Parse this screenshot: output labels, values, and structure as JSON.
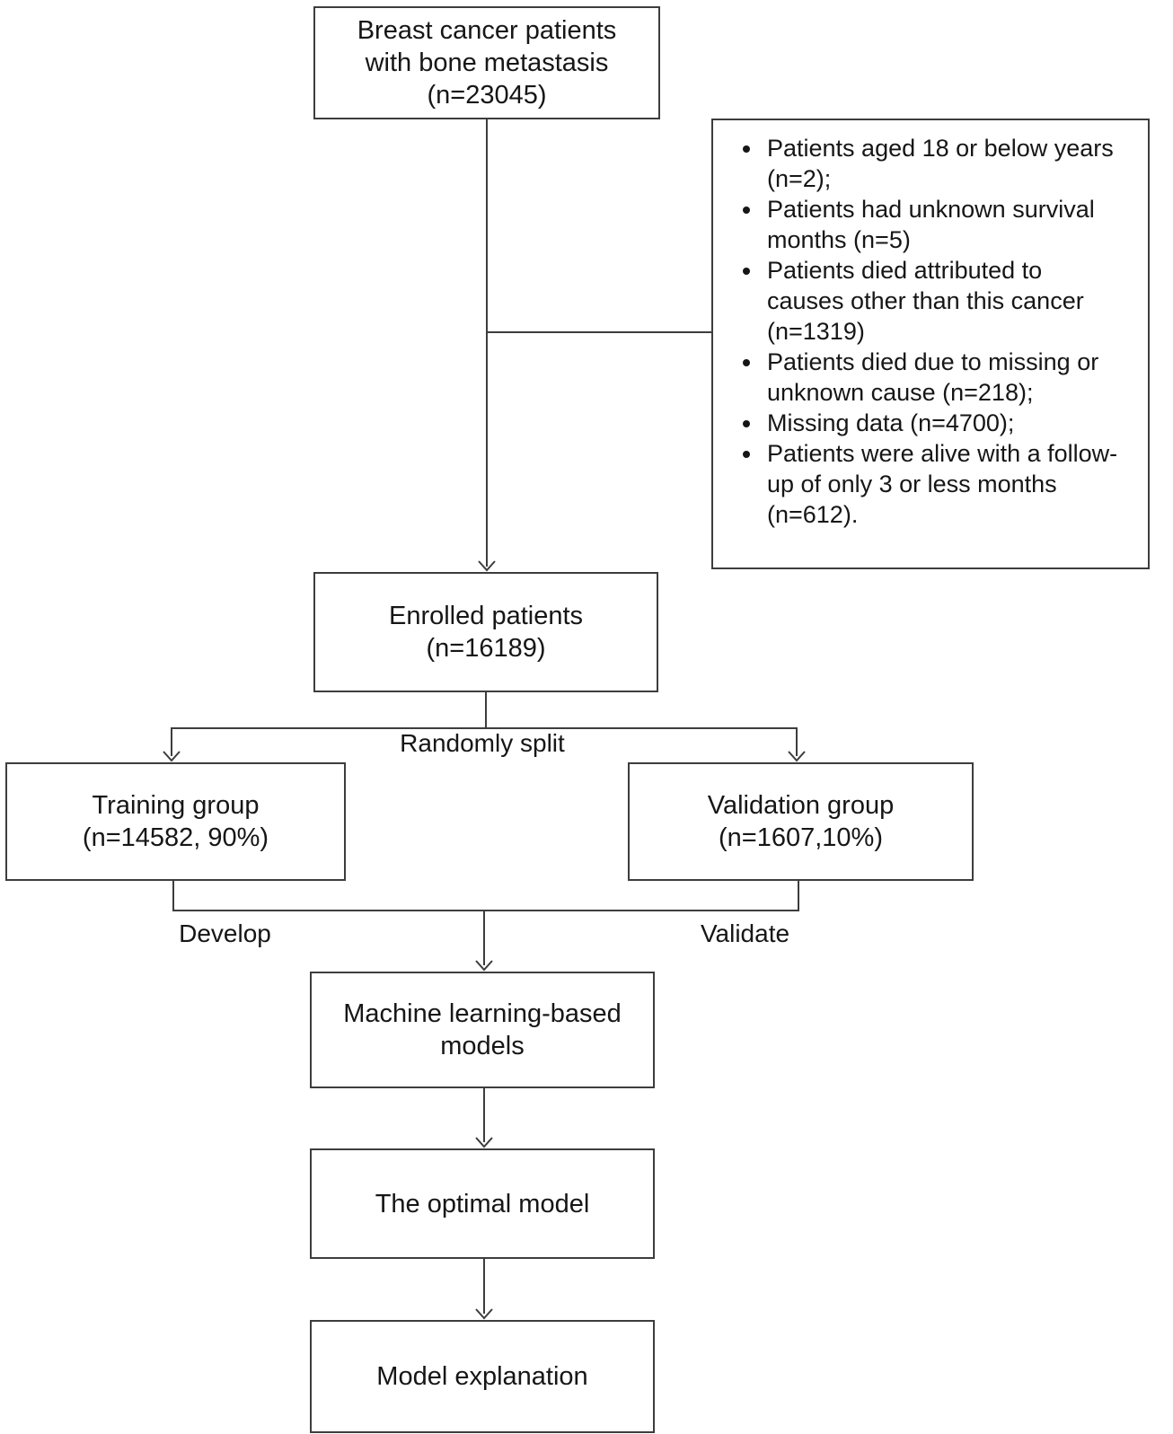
{
  "colors": {
    "background": "#ffffff",
    "line": "#3d3d3d",
    "text": "#161616"
  },
  "nodes": {
    "source": {
      "text": "Breast cancer patients\nwith bone metastasis\n(n=23045)"
    },
    "exclusion": {
      "items": [
        "Patients aged 18 or below years\n(n=2);",
        "Patients had unknown survival\nmonths (n=5)",
        "Patients died attributed to\ncauses other than this cancer\n(n=1319)",
        "Patients died due to missing or\nunknown cause (n=218);",
        "Missing data (n=4700);",
        "Patients were alive with a follow-\nup of only 3 or less months\n(n=612)."
      ]
    },
    "enrolled": {
      "text": "Enrolled patients\n(n=16189)"
    },
    "training": {
      "text": "Training group\n(n=14582, 90%)"
    },
    "validation": {
      "text": "Validation group\n(n=1607,10%)"
    },
    "ml_models": {
      "text": "Machine learning-based\nmodels"
    },
    "optimal": {
      "text": "The optimal model"
    },
    "explanation": {
      "text": "Model explanation"
    }
  },
  "edge_labels": {
    "randomly_split": "Randomly split",
    "develop": "Develop",
    "validate": "Validate"
  }
}
